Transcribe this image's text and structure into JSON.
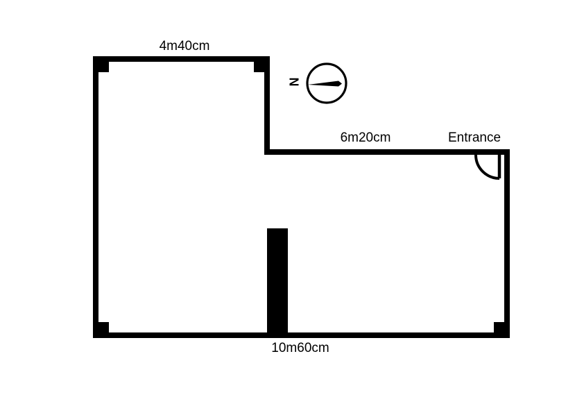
{
  "background": "#ffffff",
  "plan": {
    "type": "floor-plan",
    "wall_color": "#000000",
    "text_color": "#000000",
    "dimensions": {
      "top": "4m40cm",
      "middle": "6m20cm",
      "bottom": "10m60cm"
    },
    "entrance_label": "Entrance",
    "compass": {
      "north_label": "N",
      "needle_direction": "west"
    }
  }
}
